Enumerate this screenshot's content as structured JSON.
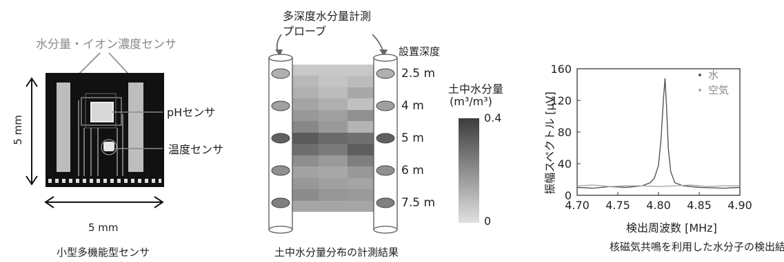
{
  "panel1": {
    "label_moisture_ion": "水分量・イオン濃度センサ",
    "label_ph": "pHセンサ",
    "label_temp": "温度センサ",
    "dim_vertical": "5 mm",
    "dim_horizontal": "5 mm",
    "caption": "小型多機能型センサ"
  },
  "panel2": {
    "probe_label_line1": "多深度水分量計測",
    "probe_label_line2": "プローブ",
    "depth_header": "設置深度",
    "depths": [
      "2.5 m",
      "4 m",
      "5 m",
      "6 m",
      "7.5 m"
    ],
    "scale_title_line1": "土中水分量",
    "scale_title_line2": "(m³/m³)",
    "scale_max": "0.4",
    "scale_min": "0",
    "caption": "土中水分量分布の計測結果",
    "colors": {
      "dark": "#3c3c3c",
      "light": "#e0e0e0"
    }
  },
  "panel3": {
    "caption": "核磁気共鳴を利用した水分子の検出結果"
  },
  "chart_data": {
    "type": "line",
    "xlabel": "検出周波数 [MHz]",
    "ylabel": "振幅スペクトル [μV]",
    "xlim": [
      4.7,
      4.9
    ],
    "ylim": [
      0,
      160
    ],
    "xticks": [
      "4.70",
      "4.75",
      "4.80",
      "4.85",
      "4.90"
    ],
    "yticks": [
      "0",
      "40",
      "80",
      "120",
      "160"
    ],
    "legend_position": "top-right",
    "series": [
      {
        "name": "水",
        "color": "#555555",
        "x": [
          4.7,
          4.72,
          4.74,
          4.76,
          4.78,
          4.79,
          4.795,
          4.8,
          4.803,
          4.806,
          4.808,
          4.81,
          4.812,
          4.815,
          4.82,
          4.83,
          4.85,
          4.88,
          4.9
        ],
        "y": [
          10,
          9,
          11,
          10,
          12,
          16,
          22,
          38,
          70,
          120,
          148,
          110,
          60,
          30,
          16,
          12,
          10,
          9,
          10
        ]
      },
      {
        "name": "空気",
        "color": "#a8a8a8",
        "x": [
          4.7,
          4.72,
          4.74,
          4.76,
          4.78,
          4.8,
          4.82,
          4.84,
          4.86,
          4.88,
          4.9
        ],
        "y": [
          12,
          13,
          11,
          12,
          12,
          11,
          12,
          13,
          11,
          12,
          12
        ]
      }
    ]
  }
}
